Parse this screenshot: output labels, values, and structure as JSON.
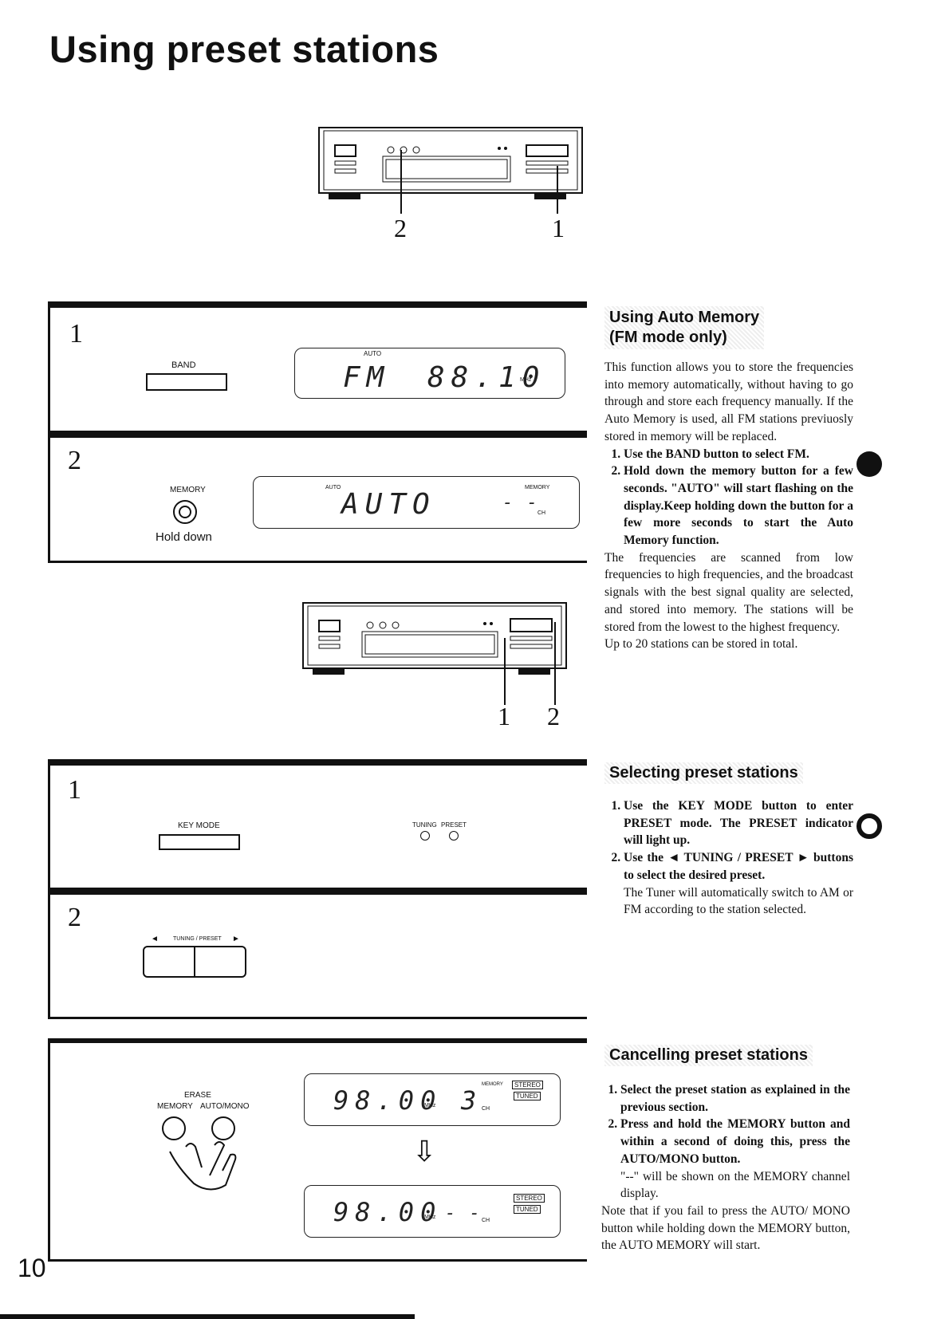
{
  "page_title": "Using preset stations",
  "page_number": "10",
  "top_figure": {
    "callout_2": "2",
    "callout_1": "1"
  },
  "mid_figure": {
    "callout_1": "1",
    "callout_2": "2"
  },
  "auto_memory": {
    "heading_line1": "Using Auto Memory",
    "heading_line2": "(FM mode only)",
    "intro": "This function allows you to store the frequencies into memory automatically, without having to go through and store each frequency manually. If the Auto Memory is used, all FM stations previuosly stored in memory will be replaced.",
    "steps": [
      "Use the BAND button to select FM.",
      "Hold down the memory button for a few seconds. \"AUTO\" will start flashing on the display.Keep holding down the button for a few more seconds to start the Auto Memory function."
    ],
    "body": "The frequencies are scanned from low frequencies to high frequencies, and the broadcast signals with the best signal quality are selected, and stored into memory. The stations will be stored from the lowest to the highest frequency.",
    "note": "Up to 20 stations can be stored in total.",
    "panel1": {
      "step": "1",
      "band_label": "BAND",
      "auto_label": "AUTO",
      "band_display": "FM",
      "freq_display": "88.10",
      "unit": "MHz"
    },
    "panel2": {
      "step": "2",
      "memory_label": "MEMORY",
      "hold_label": "Hold down",
      "auto_small": "AUTO",
      "auto_display": "AUTO",
      "memory_small": "MEMORY",
      "channel_display": "- -",
      "ch": "CH"
    }
  },
  "selecting": {
    "heading": "Selecting preset stations",
    "steps": [
      "Use the KEY MODE button to enter PRESET mode. The PRESET indicator will light up.",
      "Use the ◄ TUNING / PRESET ► buttons to select the desired preset."
    ],
    "step2_note": "The Tuner will automatically switch to AM or FM according to the station selected.",
    "panel1": {
      "step": "1",
      "key_mode_label": "KEY MODE",
      "tuning_label": "TUNING",
      "preset_label": "PRESET"
    },
    "panel2": {
      "step": "2",
      "tuning_preset_label": "TUNING / PRESET"
    }
  },
  "cancelling": {
    "heading": "Cancelling preset stations",
    "steps": [
      "Select the preset station as explained in the previous section.",
      "Press and hold the MEMORY button and within a second of doing this, press the AUTO/MONO button."
    ],
    "step2_note": "\"--\" will be shown on the MEMORY channel display.",
    "note": "Note that if you fail to press the AUTO/ MONO button while holding down the MEMORY button, the AUTO MEMORY will start.",
    "panel": {
      "erase_label": "ERASE",
      "memory_label": "MEMORY",
      "automono_label": "AUTO/MONO",
      "display1_freq": "98.00",
      "display1_channel": "3",
      "display2_freq": "98.00",
      "display2_channel": "- -",
      "unit": "MHz",
      "ch": "CH",
      "memory_small": "MEMORY",
      "stereo": "STEREO",
      "tuned": "TUNED"
    }
  }
}
